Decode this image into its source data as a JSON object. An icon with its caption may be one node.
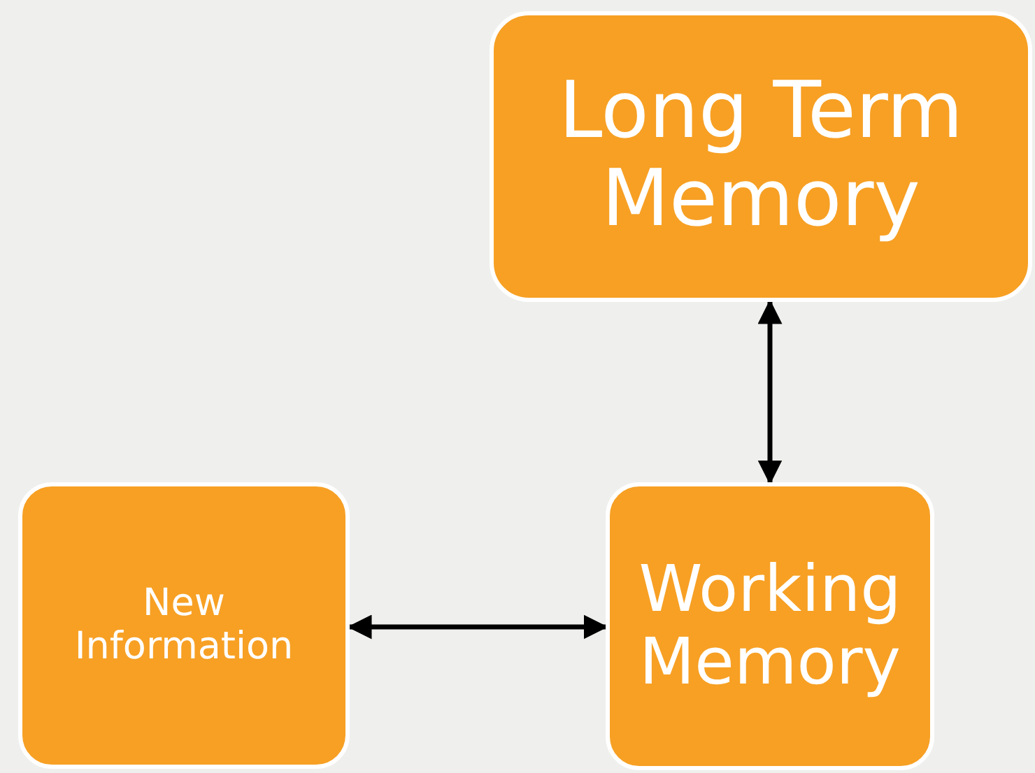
{
  "diagram": {
    "nodes": [
      {
        "text": [
          "Long Term Memory"
        ]
      },
      {
        "text": [
          "New Information"
        ]
      },
      {
        "text": [
          "Working Memory"
        ]
      }
    ],
    "edges": [
      {
        "from": 0,
        "to": 2,
        "arrow": "both"
      },
      {
        "from": 1,
        "to": 2,
        "arrow": "both"
      }
    ]
  }
}
